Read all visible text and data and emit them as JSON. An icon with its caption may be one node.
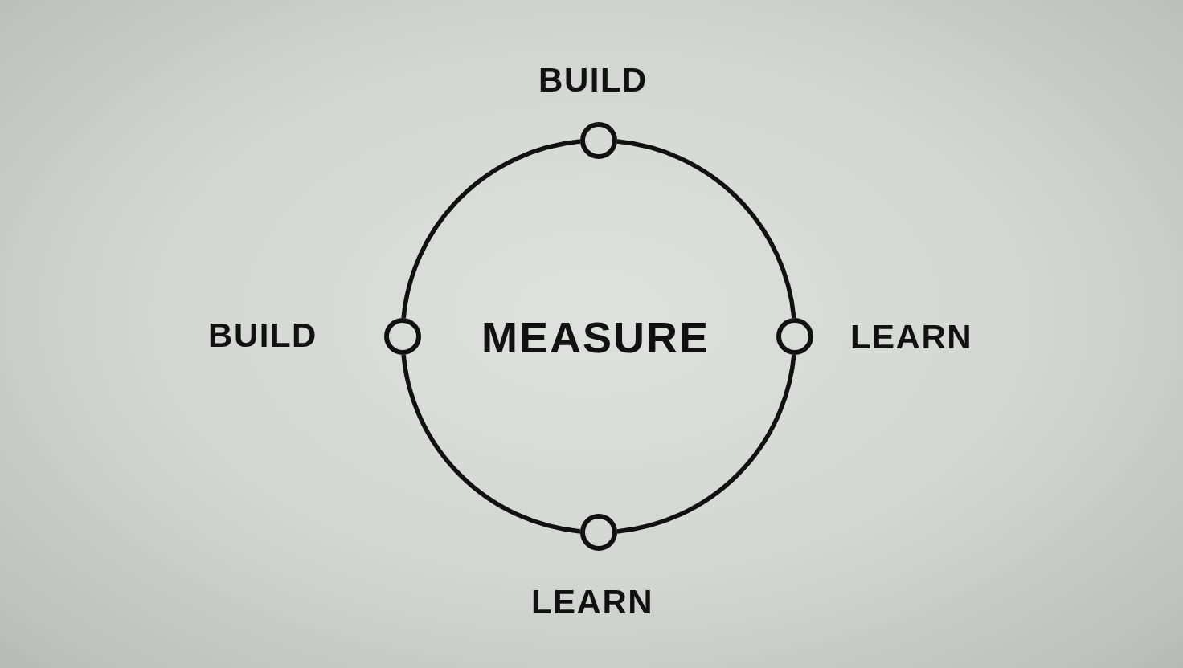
{
  "diagram": {
    "nodes": [
      {
        "text": [],
        "shape": "circle",
        "beside": [
          "BUILD"
        ]
      },
      {
        "text": [],
        "shape": "circle",
        "beside": [
          "BUILD"
        ]
      },
      {
        "text": [],
        "shape": "circle",
        "beside": [
          "LEARN"
        ]
      },
      {
        "text": [],
        "shape": "circle",
        "beside": [
          "LEARN"
        ]
      }
    ],
    "edges": [
      {
        "from": 0,
        "to": 1,
        "arrow": "none"
      },
      {
        "from": 0,
        "to": 2,
        "arrow": "none"
      },
      {
        "from": 1,
        "to": 3,
        "arrow": "none"
      },
      {
        "from": 2,
        "to": 3,
        "arrow": "none"
      }
    ],
    "labels": [
      "MEASURE"
    ]
  }
}
